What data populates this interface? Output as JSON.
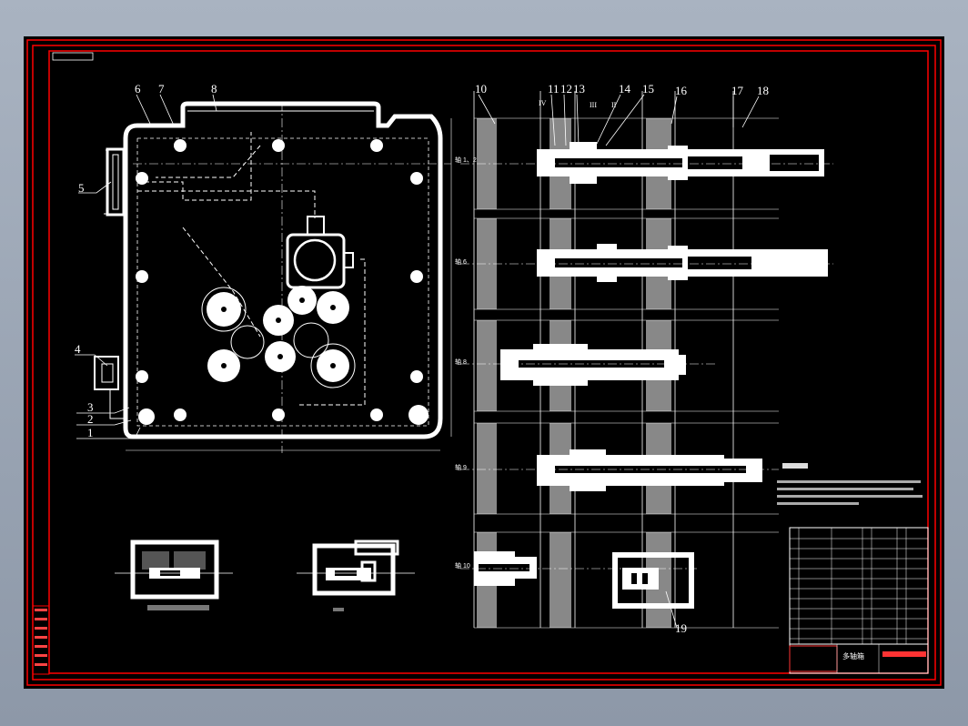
{
  "viewer": {
    "background_color": "#9aa4b4",
    "sheet_color": "#000000",
    "border_color": "#ff0000",
    "line_color": "#ffffff"
  },
  "callouts": [
    "1",
    "2",
    "3",
    "4",
    "5",
    "6",
    "7",
    "8",
    "10",
    "11",
    "12",
    "13",
    "14",
    "15",
    "16",
    "17",
    "18",
    "19"
  ],
  "roman_labels": [
    "IV",
    "III",
    "II"
  ],
  "shaft_labels": [
    "轴 1、2",
    "轴 6",
    "轴 8",
    "轴 9",
    "轴 10"
  ],
  "drawing_title": "多轴箱"
}
